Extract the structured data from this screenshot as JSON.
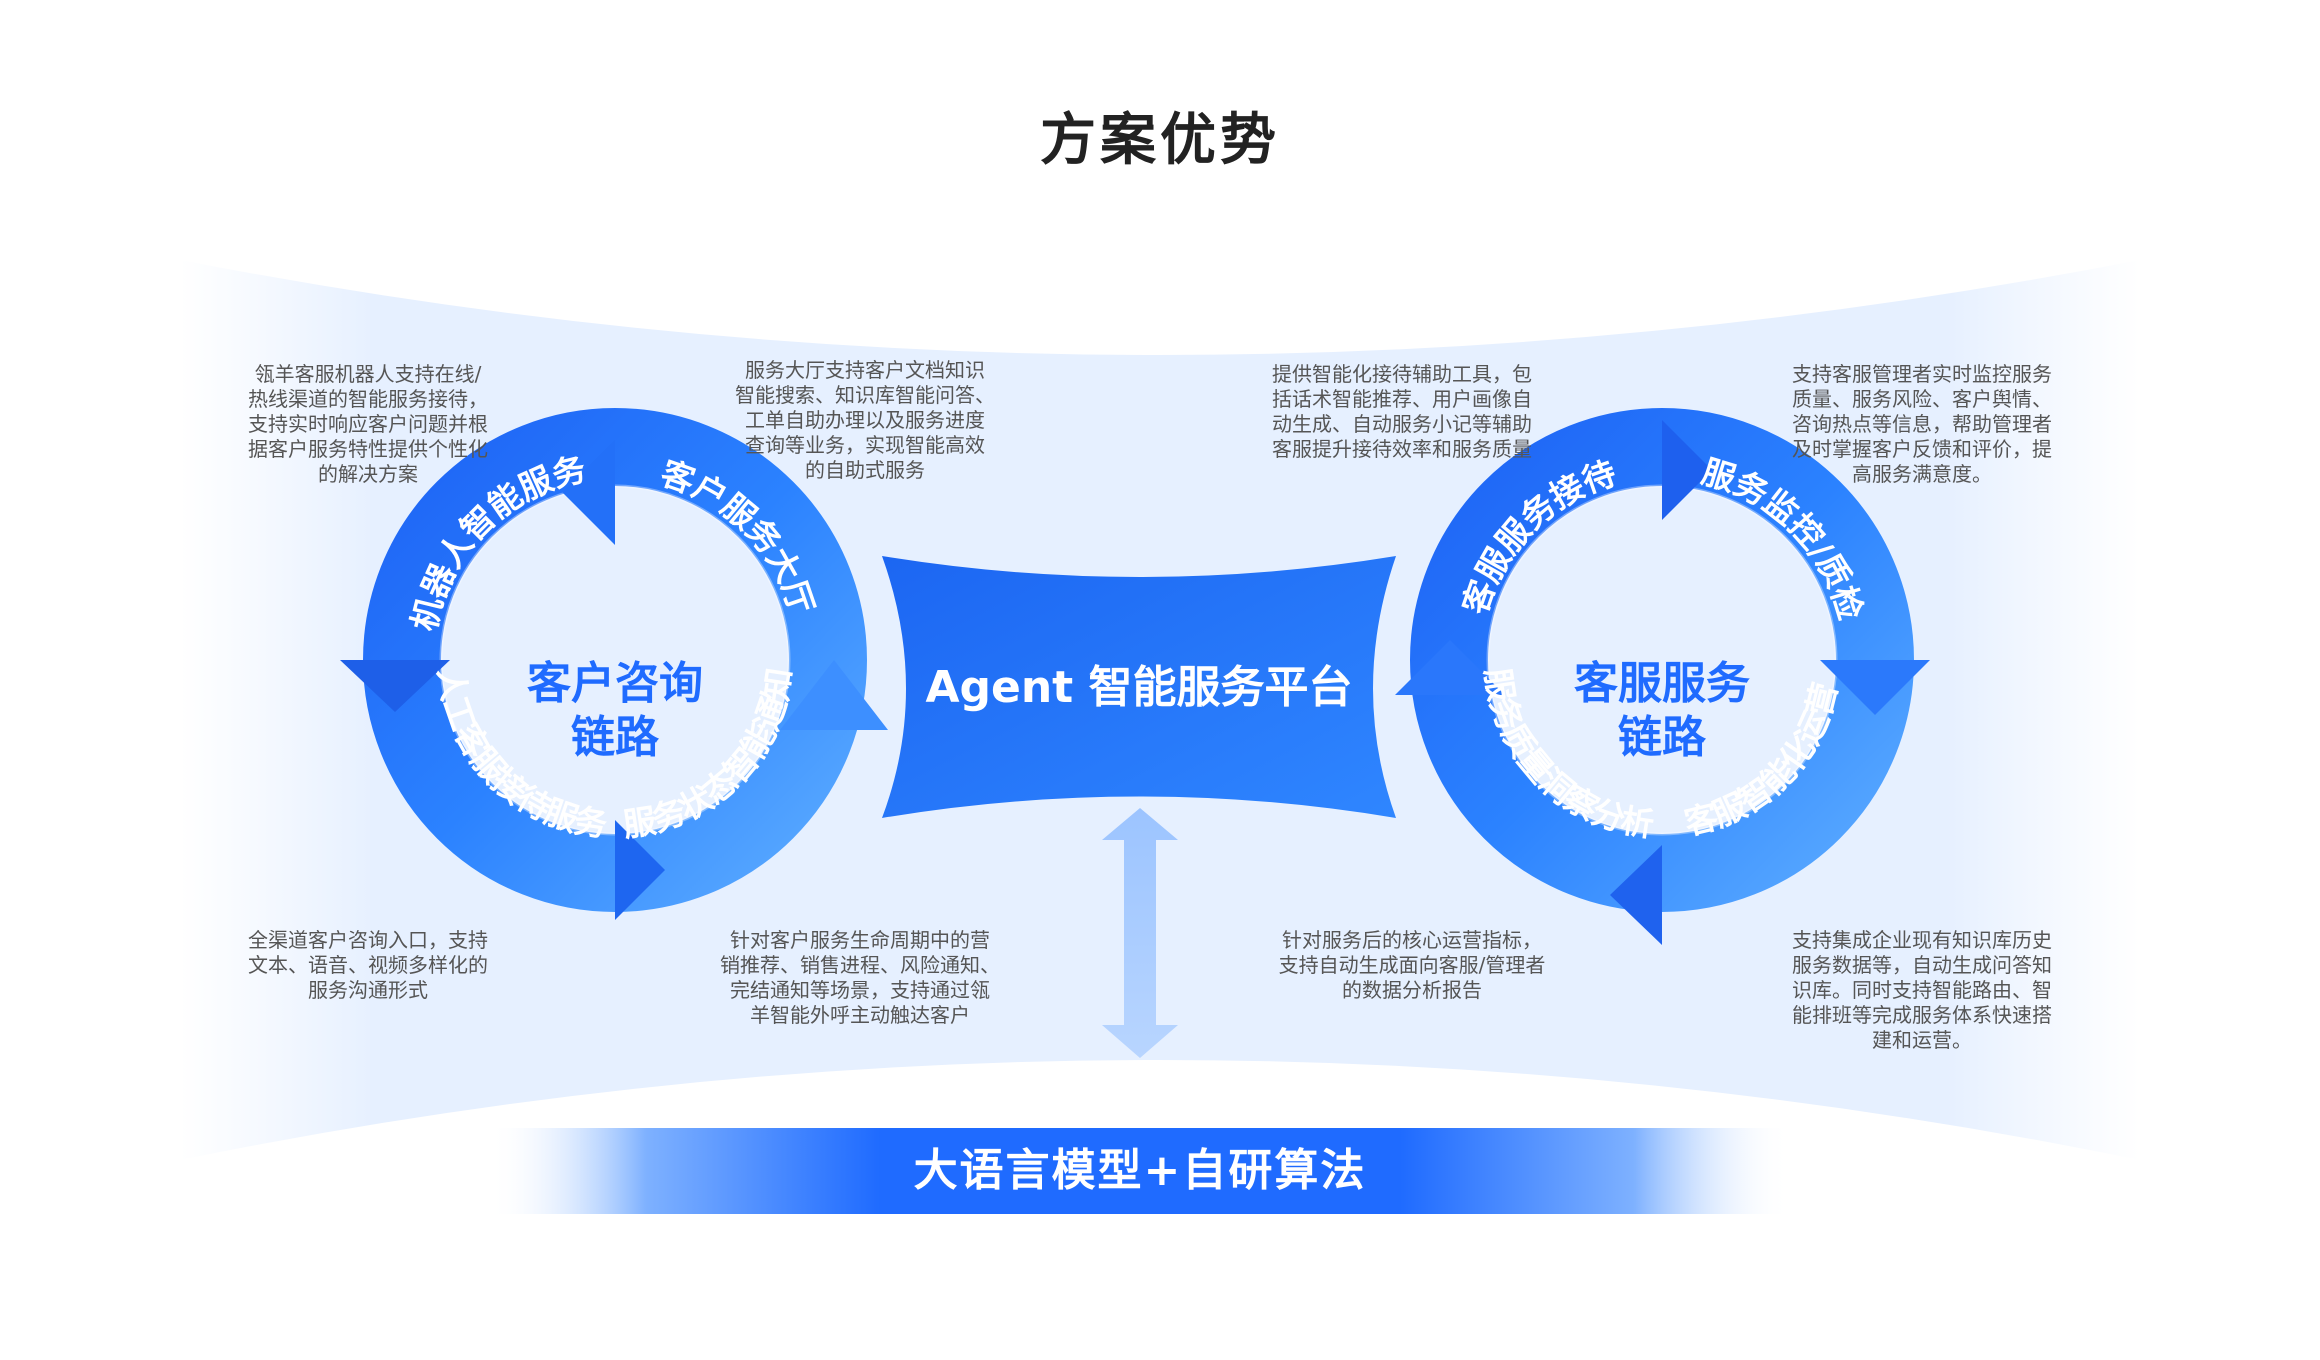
{
  "title": "方案优势",
  "center_platform": "Agent 智能服务平台",
  "foundation": "大语言模型+自研算法",
  "left_cycle": {
    "center_line1": "客户咨询",
    "center_line2": "链路",
    "arcs": [
      "机器人智能服务",
      "客户服务大厅",
      "服务状态智能通知",
      "人工客服接待服务"
    ]
  },
  "right_cycle": {
    "center_line1": "客服服务",
    "center_line2": "链路",
    "arcs": [
      "客服服务接待",
      "服务监控/质检",
      "客服智能化运营",
      "服务质量洞察分析"
    ]
  },
  "descriptions": {
    "robot": [
      "瓴羊客服机器人支持在线/",
      "热线渠道的智能服务接待，",
      "支持实时响应客户问题并根",
      "据客户服务特性提供个性化",
      "的解决方案"
    ],
    "hall": [
      "服务大厅支持客户文档知识",
      "智能搜索、知识库智能问答、",
      "工单自助办理以及服务进度",
      "查询等业务，实现智能高效",
      "的自助式服务"
    ],
    "manual": [
      "全渠道客户咨询入口，支持",
      "文本、语音、视频多样化的",
      "服务沟通形式"
    ],
    "notify": [
      "针对客户服务生命周期中的营",
      "销推荐、销售进程、风险通知、",
      "完结通知等场景，支持通过瓴",
      "羊智能外呼主动触达客户"
    ],
    "reception": [
      "提供智能化接待辅助工具，包",
      "括话术智能推荐、用户画像自",
      "动生成、自动服务小记等辅助",
      "客服提升接待效率和服务质量"
    ],
    "monitor": [
      "支持客服管理者实时监控服务",
      "质量、服务风险、客户舆情、",
      "咨询热点等信息，帮助管理者",
      "及时掌握客户反馈和评价，提",
      "高服务满意度。"
    ],
    "insight": [
      "针对服务后的核心运营指标，",
      "支持自动生成面向客服/管理者",
      "的数据分析报告"
    ],
    "operation": [
      "支持集成企业现有知识库历史",
      "服务数据等，自动生成问答知",
      "识库。同时支持智能路由、智",
      "能排班等完成服务体系快速搭",
      "建和运营。"
    ]
  },
  "colors": {
    "primary": "#1f6bff",
    "light": "#56a6ff",
    "text": "#555555"
  }
}
